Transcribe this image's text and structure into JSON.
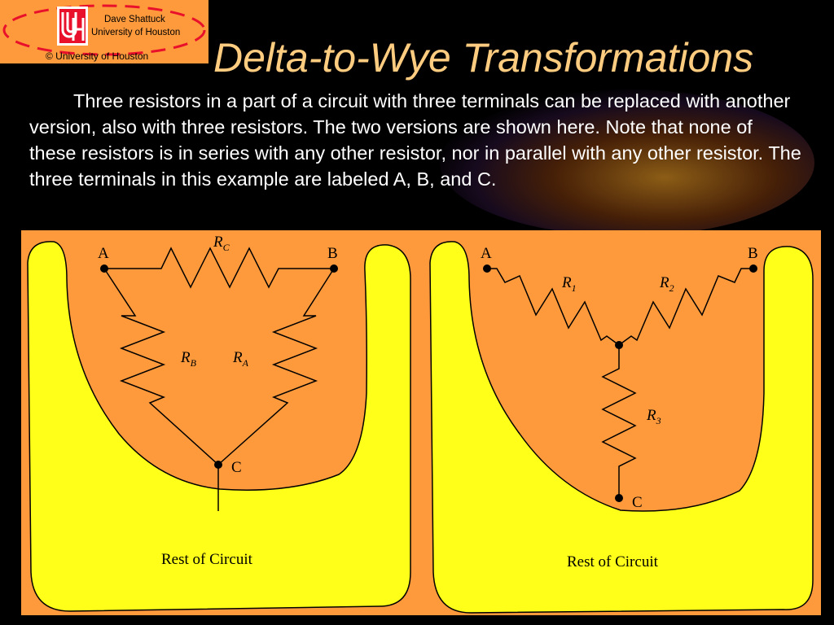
{
  "header": {
    "logo_lines": [
      "Dave Shattuck",
      "University of Houston"
    ],
    "copyright": "© University of Houston",
    "title": "Delta-to-Wye Transformations"
  },
  "body": {
    "paragraph": "Three resistors in a part of a circuit with three terminals can be replaced with another version, also with three resistors.  The two versions are shown here.  Note that none of these resistors is in series with any other resistor, nor in parallel with any other resistor.  The three terminals in this example are labeled A, B, and C."
  },
  "delta": {
    "terminals": [
      "A",
      "B",
      "C"
    ],
    "resistors": [
      {
        "base": "R",
        "sub": "C"
      },
      {
        "base": "R",
        "sub": "B"
      },
      {
        "base": "R",
        "sub": "A"
      }
    ],
    "rest_label": "Rest of Circuit"
  },
  "wye": {
    "terminals": [
      "A",
      "B",
      "C"
    ],
    "resistors": [
      {
        "base": "R",
        "sub": "1"
      },
      {
        "base": "R",
        "sub": "2"
      },
      {
        "base": "R",
        "sub": "3"
      }
    ],
    "rest_label": "Rest of Circuit"
  },
  "colors": {
    "panel": "#ff9a3c",
    "circuit_body": "#ffff1a",
    "title": "#ffcc80",
    "logo_red": "#e8102a"
  }
}
